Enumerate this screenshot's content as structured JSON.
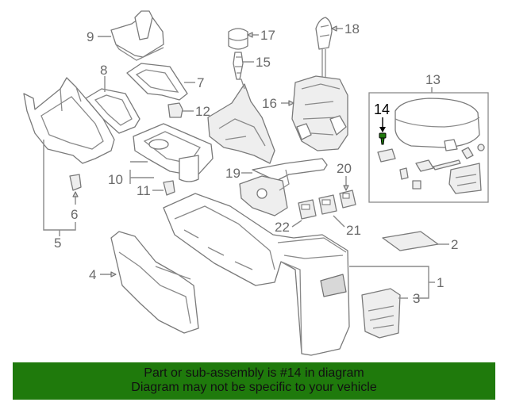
{
  "callouts": {
    "c1": "1",
    "c2": "2",
    "c3": "3",
    "c4": "4",
    "c5": "5",
    "c6": "6",
    "c7": "7",
    "c8": "8",
    "c9": "9",
    "c10": "10",
    "c11": "11",
    "c12": "12",
    "c13": "13",
    "c14": "14",
    "c15": "15",
    "c16": "16",
    "c17": "17",
    "c18": "18",
    "c19": "19",
    "c20": "20",
    "c21": "21",
    "c22": "22"
  },
  "highlight": {
    "label": "14",
    "color": "#000000",
    "fastener_color": "#1f7a0c"
  },
  "banner": {
    "line1": "Part or sub-assembly is #14 in diagram",
    "line2": "Diagram may not be specific to your vehicle",
    "background": "#1f7a0c"
  }
}
